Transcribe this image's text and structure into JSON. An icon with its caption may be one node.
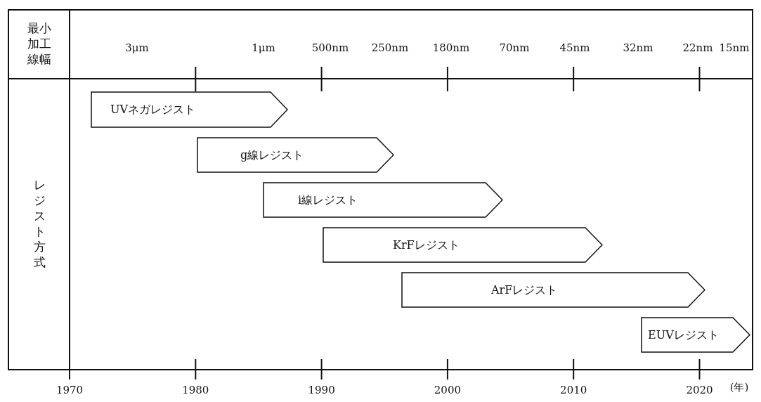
{
  "diagram": {
    "nodes": [
      {
        "text": [
          "UVネガレジスト"
        ]
      },
      {
        "text": [
          "g線レジスト"
        ]
      },
      {
        "text": [
          "i線レジスト"
        ]
      },
      {
        "text": [
          "KrFレジスト"
        ]
      },
      {
        "text": [
          "ArFレジスト"
        ]
      },
      {
        "text": [
          "EUVレジスト"
        ]
      }
    ],
    "edges": [],
    "labels": [
      "最小加工線幅",
      "3μm",
      "1μm",
      "500nm",
      "250nm",
      "180nm",
      "70nm",
      "45nm",
      "32nm",
      "22nm",
      "15nm",
      "レジスト方式",
      "1970",
      "1980",
      "1990",
      "2000",
      "2010",
      "2020",
      "(年)"
    ]
  }
}
